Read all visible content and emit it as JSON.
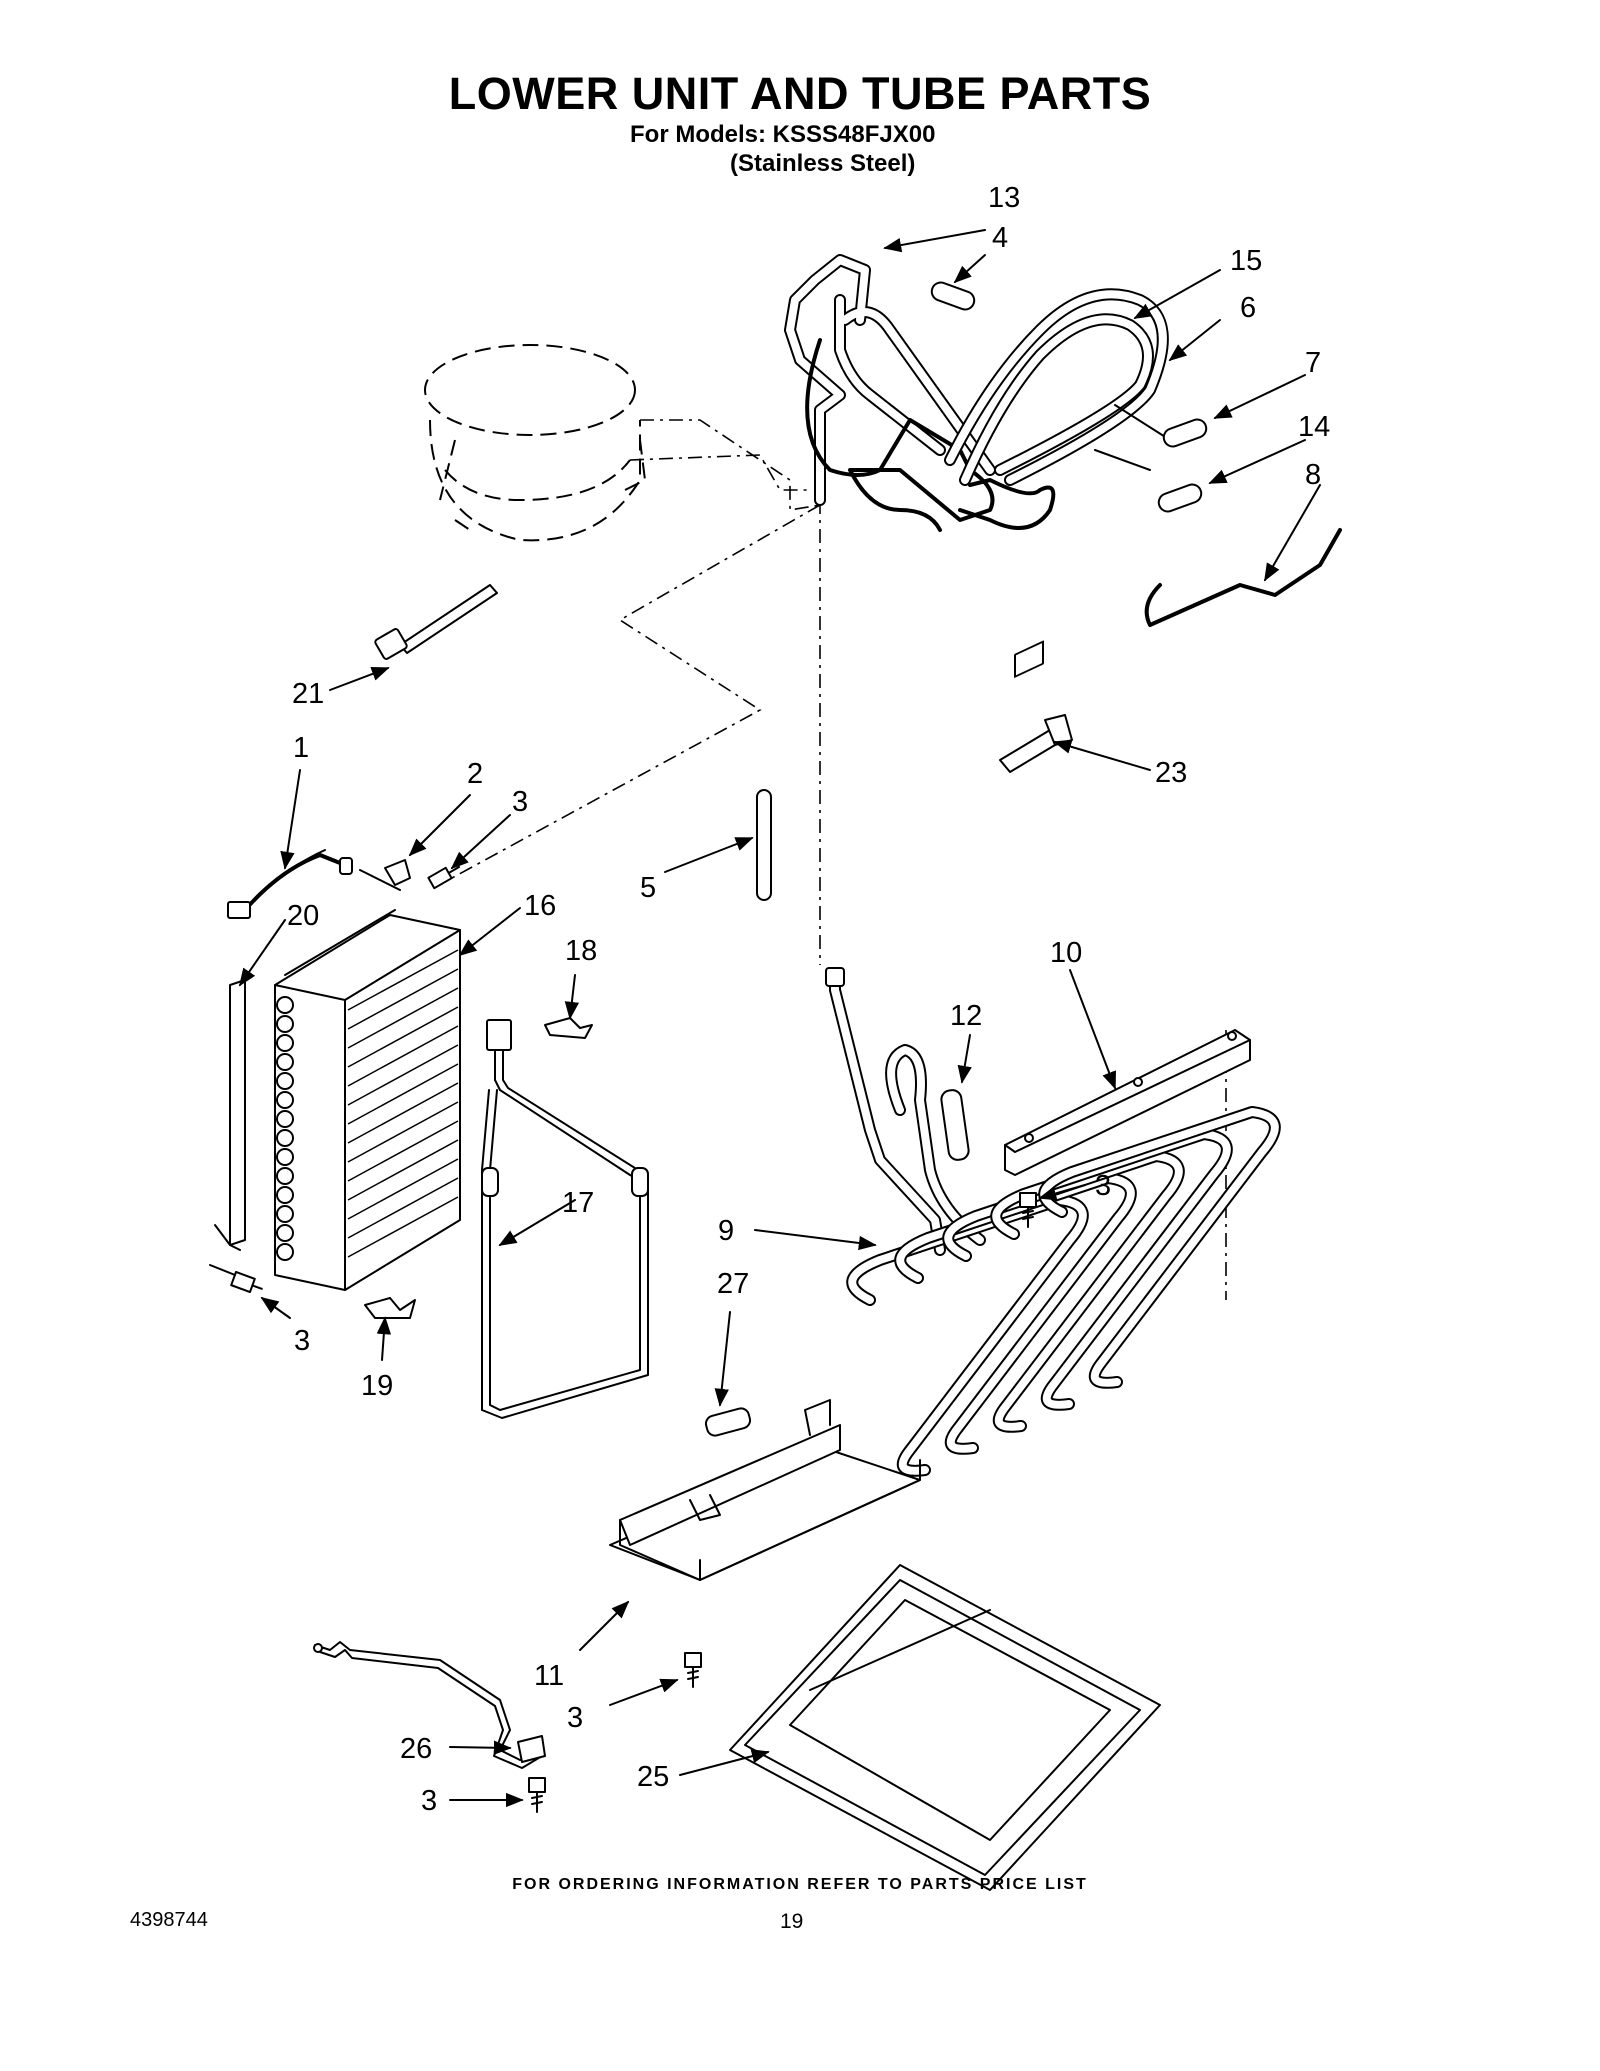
{
  "page": {
    "title": "LOWER UNIT AND TUBE PARTS",
    "models_line1": "For Models: KSSS48FJX00",
    "models_line2": "(Stainless Steel)",
    "footer_note": "FOR ORDERING INFORMATION REFER TO PARTS PRICE LIST",
    "doc_number": "4398744",
    "page_number": "19"
  },
  "callouts": [
    "13",
    "4",
    "15",
    "6",
    "7",
    "14",
    "8",
    "21",
    "23",
    "1",
    "2",
    "3",
    "5",
    "20",
    "16",
    "18",
    "10",
    "12",
    "17",
    "9",
    "27",
    "3",
    "3",
    "19",
    "11",
    "3",
    "26",
    "25",
    "3"
  ]
}
